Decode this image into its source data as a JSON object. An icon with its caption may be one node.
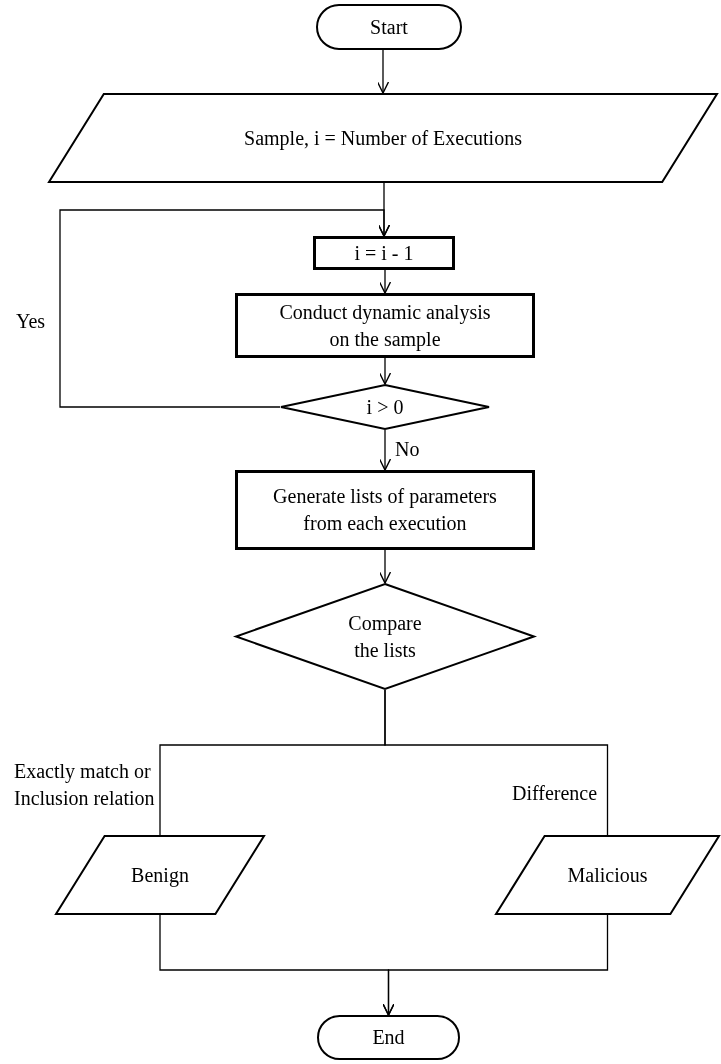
{
  "diagram": {
    "nodes": [
      {
        "text": [
          "Start"
        ]
      },
      {
        "text": [
          "Sample, i = Number of Executions"
        ]
      },
      {
        "text": [
          "i = i - 1"
        ]
      },
      {
        "text": [
          "Conduct dynamic analysis on the sample"
        ]
      },
      {
        "text": [
          "i > 0"
        ]
      },
      {
        "text": [
          "Generate lists of parameters from each execution"
        ]
      },
      {
        "text": [
          "Compare the lists"
        ]
      },
      {
        "text": [
          "Benign"
        ]
      },
      {
        "text": [
          "Malicious"
        ]
      },
      {
        "text": [
          "End"
        ]
      }
    ],
    "edges": [
      {
        "from": 0,
        "to": 1,
        "arrow": "to"
      },
      {
        "from": 1,
        "to": 2,
        "arrow": "to"
      },
      {
        "from": 2,
        "to": 3,
        "arrow": "to"
      },
      {
        "from": 3,
        "to": 4,
        "arrow": "to"
      },
      {
        "from": 4,
        "to": 2,
        "arrow": "to",
        "label": "Yes"
      },
      {
        "from": 4,
        "to": 5,
        "arrow": "to",
        "label": "No"
      },
      {
        "from": 5,
        "to": 6,
        "arrow": "to"
      },
      {
        "from": 6,
        "to": 7,
        "arrow": "none",
        "label": "Exactly match or Inclusion relation"
      },
      {
        "from": 6,
        "to": 8,
        "arrow": "none",
        "label": "Difference"
      },
      {
        "from": 7,
        "to": 9,
        "arrow": "to"
      },
      {
        "from": 8,
        "to": 9,
        "arrow": "to"
      }
    ]
  }
}
